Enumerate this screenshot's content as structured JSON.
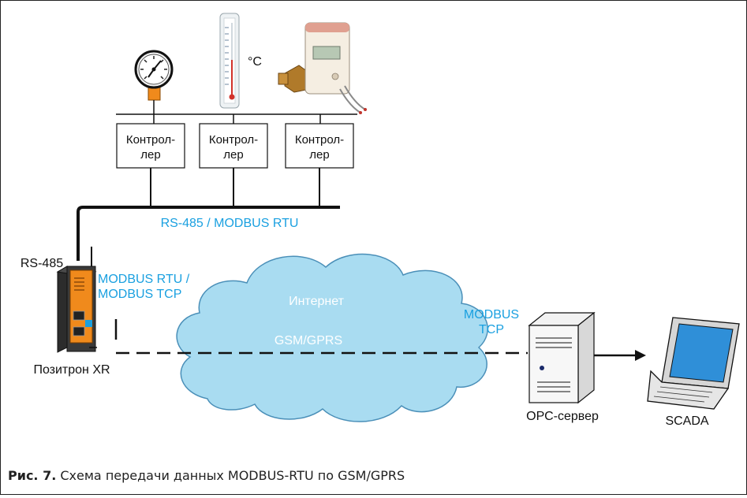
{
  "colors": {
    "accent": "#1aa0e0",
    "cloud_fill": "#a9dcf1",
    "cloud_stroke": "#4a8fb8",
    "cloud_text": "#ffffff",
    "device_orange": "#f08a1c",
    "line": "#111111"
  },
  "sensors": {
    "pressure_gauge_icon": "pressure-gauge-icon",
    "thermometer_icon": "thermometer-icon",
    "thermometer_unit": "°C",
    "heat_meter_icon": "heat-meter-icon"
  },
  "controllers": [
    {
      "line1": "Контрол-",
      "line2": "лер"
    },
    {
      "line1": "Контрол-",
      "line2": "лер"
    },
    {
      "line1": "Контрол-",
      "line2": "лер"
    }
  ],
  "bus": {
    "label": "RS-485 / MODBUS RTU"
  },
  "gateway": {
    "port_label": "RS-485",
    "protocol_line1": "MODBUS RTU /",
    "protocol_line2": "MODBUS TCP",
    "name": "Позитрон XR",
    "icon": "gateway-device-icon"
  },
  "network": {
    "internet_label": "Интернет",
    "gsm_label": "GSM/GPRS",
    "tcp_line1": "MODBUS",
    "tcp_line2": "TCP"
  },
  "server": {
    "name": "ОРС-сервер",
    "icon": "server-tower-icon"
  },
  "client": {
    "name": "SCADA",
    "icon": "laptop-icon"
  },
  "caption": {
    "prefix": "Рис. 7.",
    "text": " Схема передачи данных MODBUS-RTU по GSM/GPRS"
  }
}
